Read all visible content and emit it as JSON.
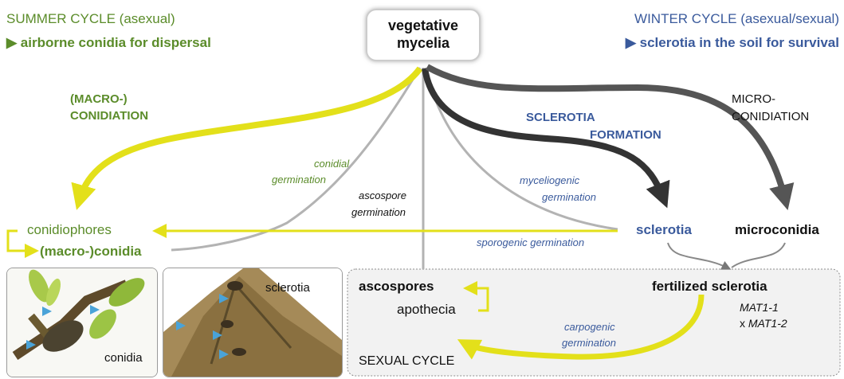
{
  "header_left": {
    "title": "SUMMER CYCLE (asexual)",
    "subtitle": "▶ airborne conidia for dispersal"
  },
  "header_right": {
    "title": "WINTER CYCLE (asexual/sexual)",
    "subtitle": "▶ sclerotia in the soil for survival"
  },
  "center_node": {
    "line1": "vegetative",
    "line2": "mycelia"
  },
  "processes": {
    "macro_conidiation_1": "(MACRO-)",
    "macro_conidiation_2": "CONIDIATION",
    "sclerotia_formation_1": "SCLEROTIA",
    "sclerotia_formation_2": "FORMATION",
    "microconidiation_1": "MICRO-",
    "microconidiation_2": "CONIDIATION",
    "conidial_germination_1": "conidial",
    "conidial_germination_2": "germination",
    "ascospore_germination_1": "ascospore",
    "ascospore_germination_2": "germination",
    "myceliogenic_germination_1": "myceliogenic",
    "myceliogenic_germination_2": "germination",
    "sporogenic_germination": "sporogenic germination",
    "carpogenic_germination_1": "carpogenic",
    "carpogenic_germination_2": "germination"
  },
  "structures": {
    "conidiophores": "conidiophores",
    "macro_conidia": "(macro-)conidia",
    "sclerotia": "sclerotia",
    "microconidia": "microconidia",
    "fertilized_sclerotia": "fertilized sclerotia",
    "mat1": "MAT1-1",
    "mat2_prefix": "x ",
    "mat2": "MAT1-2",
    "ascospores": "ascospores",
    "apothecia": "apothecia"
  },
  "sexual_cycle_label": "SEXUAL CYCLE",
  "photos": {
    "photo1_label": "conidia",
    "photo2_label": "sclerotia"
  },
  "colors": {
    "yellow_arrow": "#e3e01a",
    "dark_arrow": "#333333",
    "mid_arrow": "#555555",
    "gray_line": "#b3b3b3",
    "green_text": "#5b8c2a",
    "blue_text": "#3a5a9c",
    "triangle_marker": "#4aa3d8"
  }
}
